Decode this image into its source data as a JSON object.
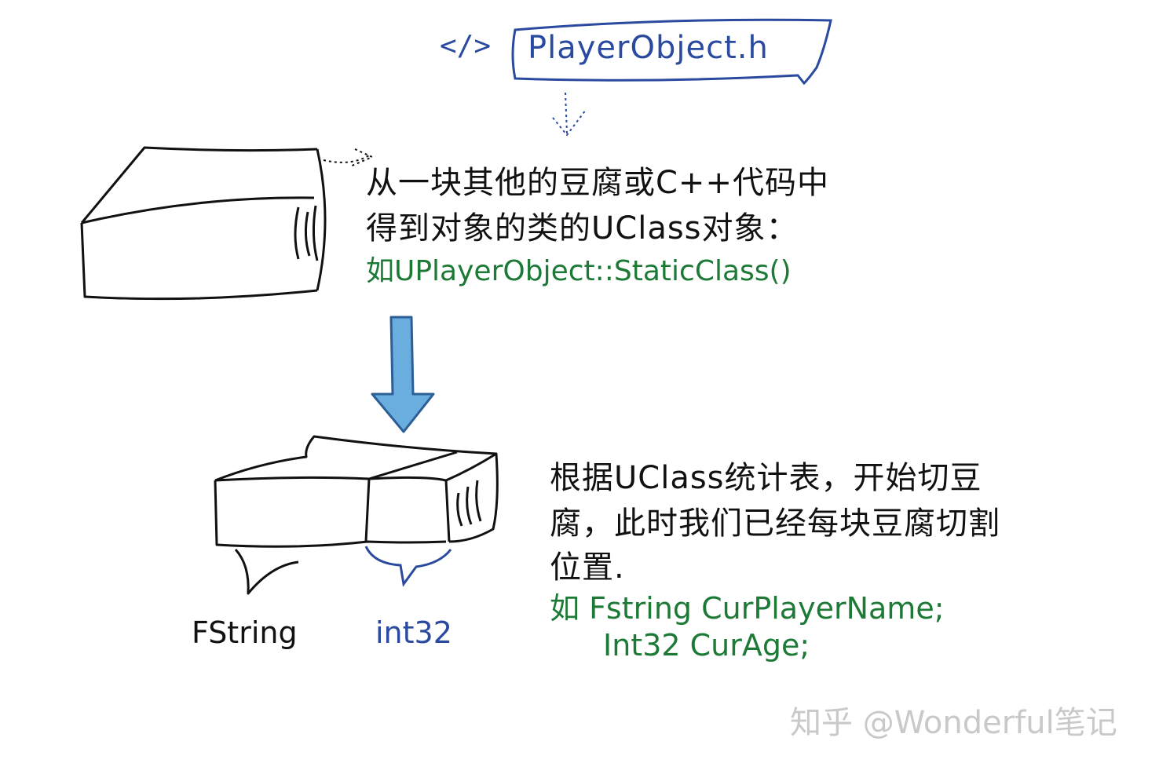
{
  "header": {
    "code_icon": "</>",
    "file_label": "PlayerObject.h"
  },
  "top_note": {
    "line1": "从一块其他的豆腐或C++代码中",
    "line2": "得到对象的类的UClass对象：",
    "example": "如UPlayerObject::StaticClass()"
  },
  "bottom_note": {
    "line1": "根据UClass统计表，开始切豆",
    "line2": "腐，此时我们已经每块豆腐切割",
    "line3": "位置.",
    "code1": "如 Fstring CurPlayerName;",
    "code2": "Int32 CurAge;"
  },
  "labels": {
    "fstring": "FString",
    "int32": "int32"
  },
  "watermark": "知乎 @Wonderful笔记",
  "colors": {
    "ink": "#111111",
    "green": "#1d7a36",
    "blue": "#2a4aa0",
    "arrow_fill": "#6aaee0",
    "arrow_stroke": "#2c5f96",
    "watermark": "#c9c9c9"
  }
}
